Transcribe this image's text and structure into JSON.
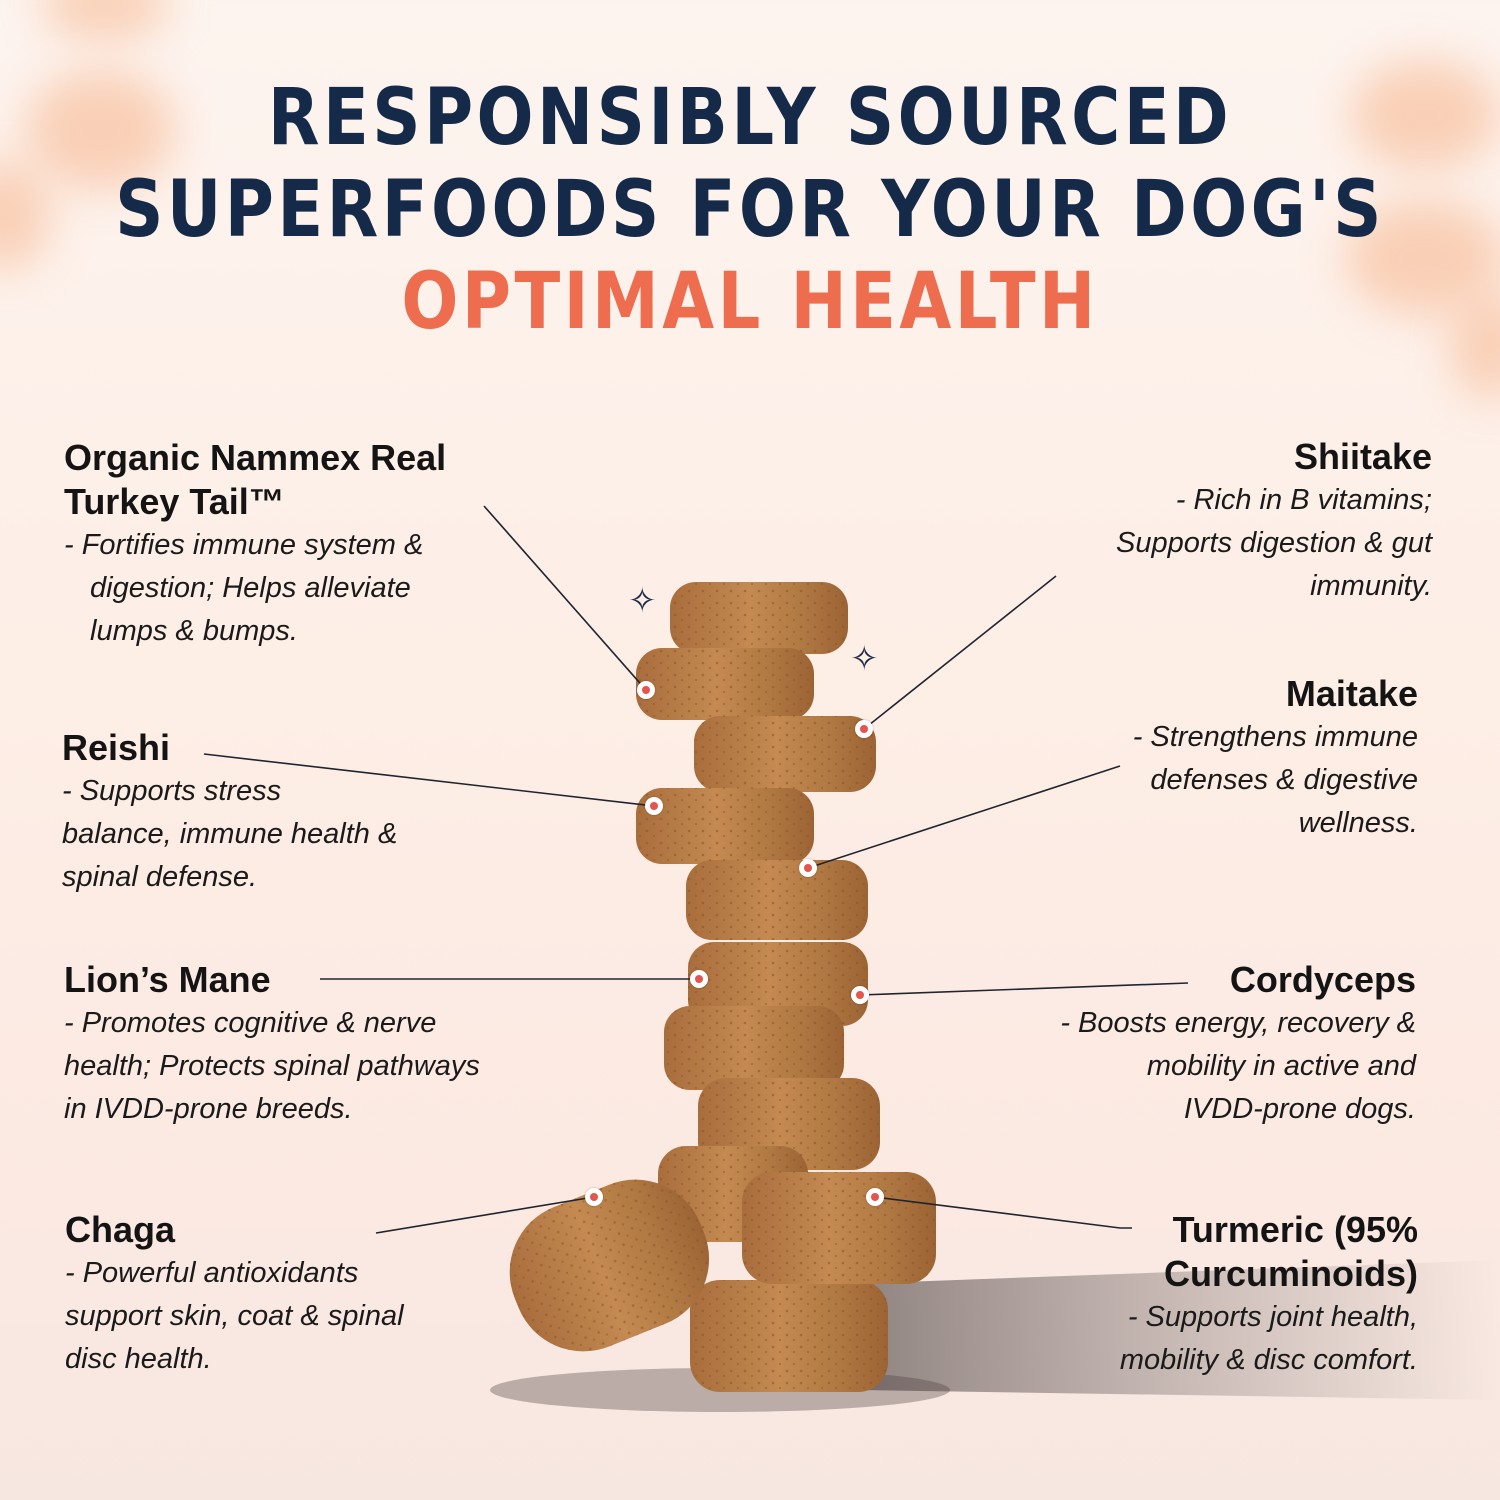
{
  "headline": {
    "line1": "RESPONSIBLY SOURCED",
    "line2": "SUPERFOODS FOR YOUR DOG'S",
    "line3": "OPTIMAL HEALTH"
  },
  "colors": {
    "headline_dark": "#142a48",
    "headline_accent": "#ef6d4f",
    "dot_accent": "#e4554f",
    "chew_brown": "#b9804a",
    "background": "#fdf0ea"
  },
  "ingredients": {
    "turkey_tail": {
      "name_line1": "Organic Nammex Real",
      "name_line2": "Turkey Tail™",
      "desc_line1": "- Fortifies immune system &",
      "desc_line2": "digestion; Helps alleviate",
      "desc_line3": "lumps & bumps."
    },
    "reishi": {
      "name": "Reishi",
      "desc_line1": "- Supports stress",
      "desc_line2": "balance, immune health &",
      "desc_line3": "spinal defense."
    },
    "lions_mane": {
      "name": "Lion’s Mane",
      "desc_line1": "- Promotes cognitive & nerve",
      "desc_line2": "health; Protects spinal pathways",
      "desc_line3": "in IVDD-prone breeds."
    },
    "chaga": {
      "name": "Chaga",
      "desc_line1": "- Powerful antioxidants",
      "desc_line2": "support skin, coat & spinal",
      "desc_line3": "disc health."
    },
    "shiitake": {
      "name": "Shiitake",
      "desc_line1": "- Rich in B vitamins;",
      "desc_line2": "Supports digestion & gut",
      "desc_line3": "immunity."
    },
    "maitake": {
      "name": "Maitake",
      "desc_line1": "- Strengthens immune",
      "desc_line2": "defenses & digestive",
      "desc_line3": "wellness."
    },
    "cordyceps": {
      "name": "Cordyceps",
      "desc_line1": "- Boosts energy, recovery &",
      "desc_line2": "mobility in active and",
      "desc_line3": "IVDD-prone dogs."
    },
    "turmeric": {
      "name_line1": "Turmeric (95%",
      "name_line2": "Curcuminoids)",
      "desc_line1": "- Supports joint health,",
      "desc_line2": "mobility & disc comfort."
    }
  },
  "icons": {
    "sparkle": "✧"
  }
}
